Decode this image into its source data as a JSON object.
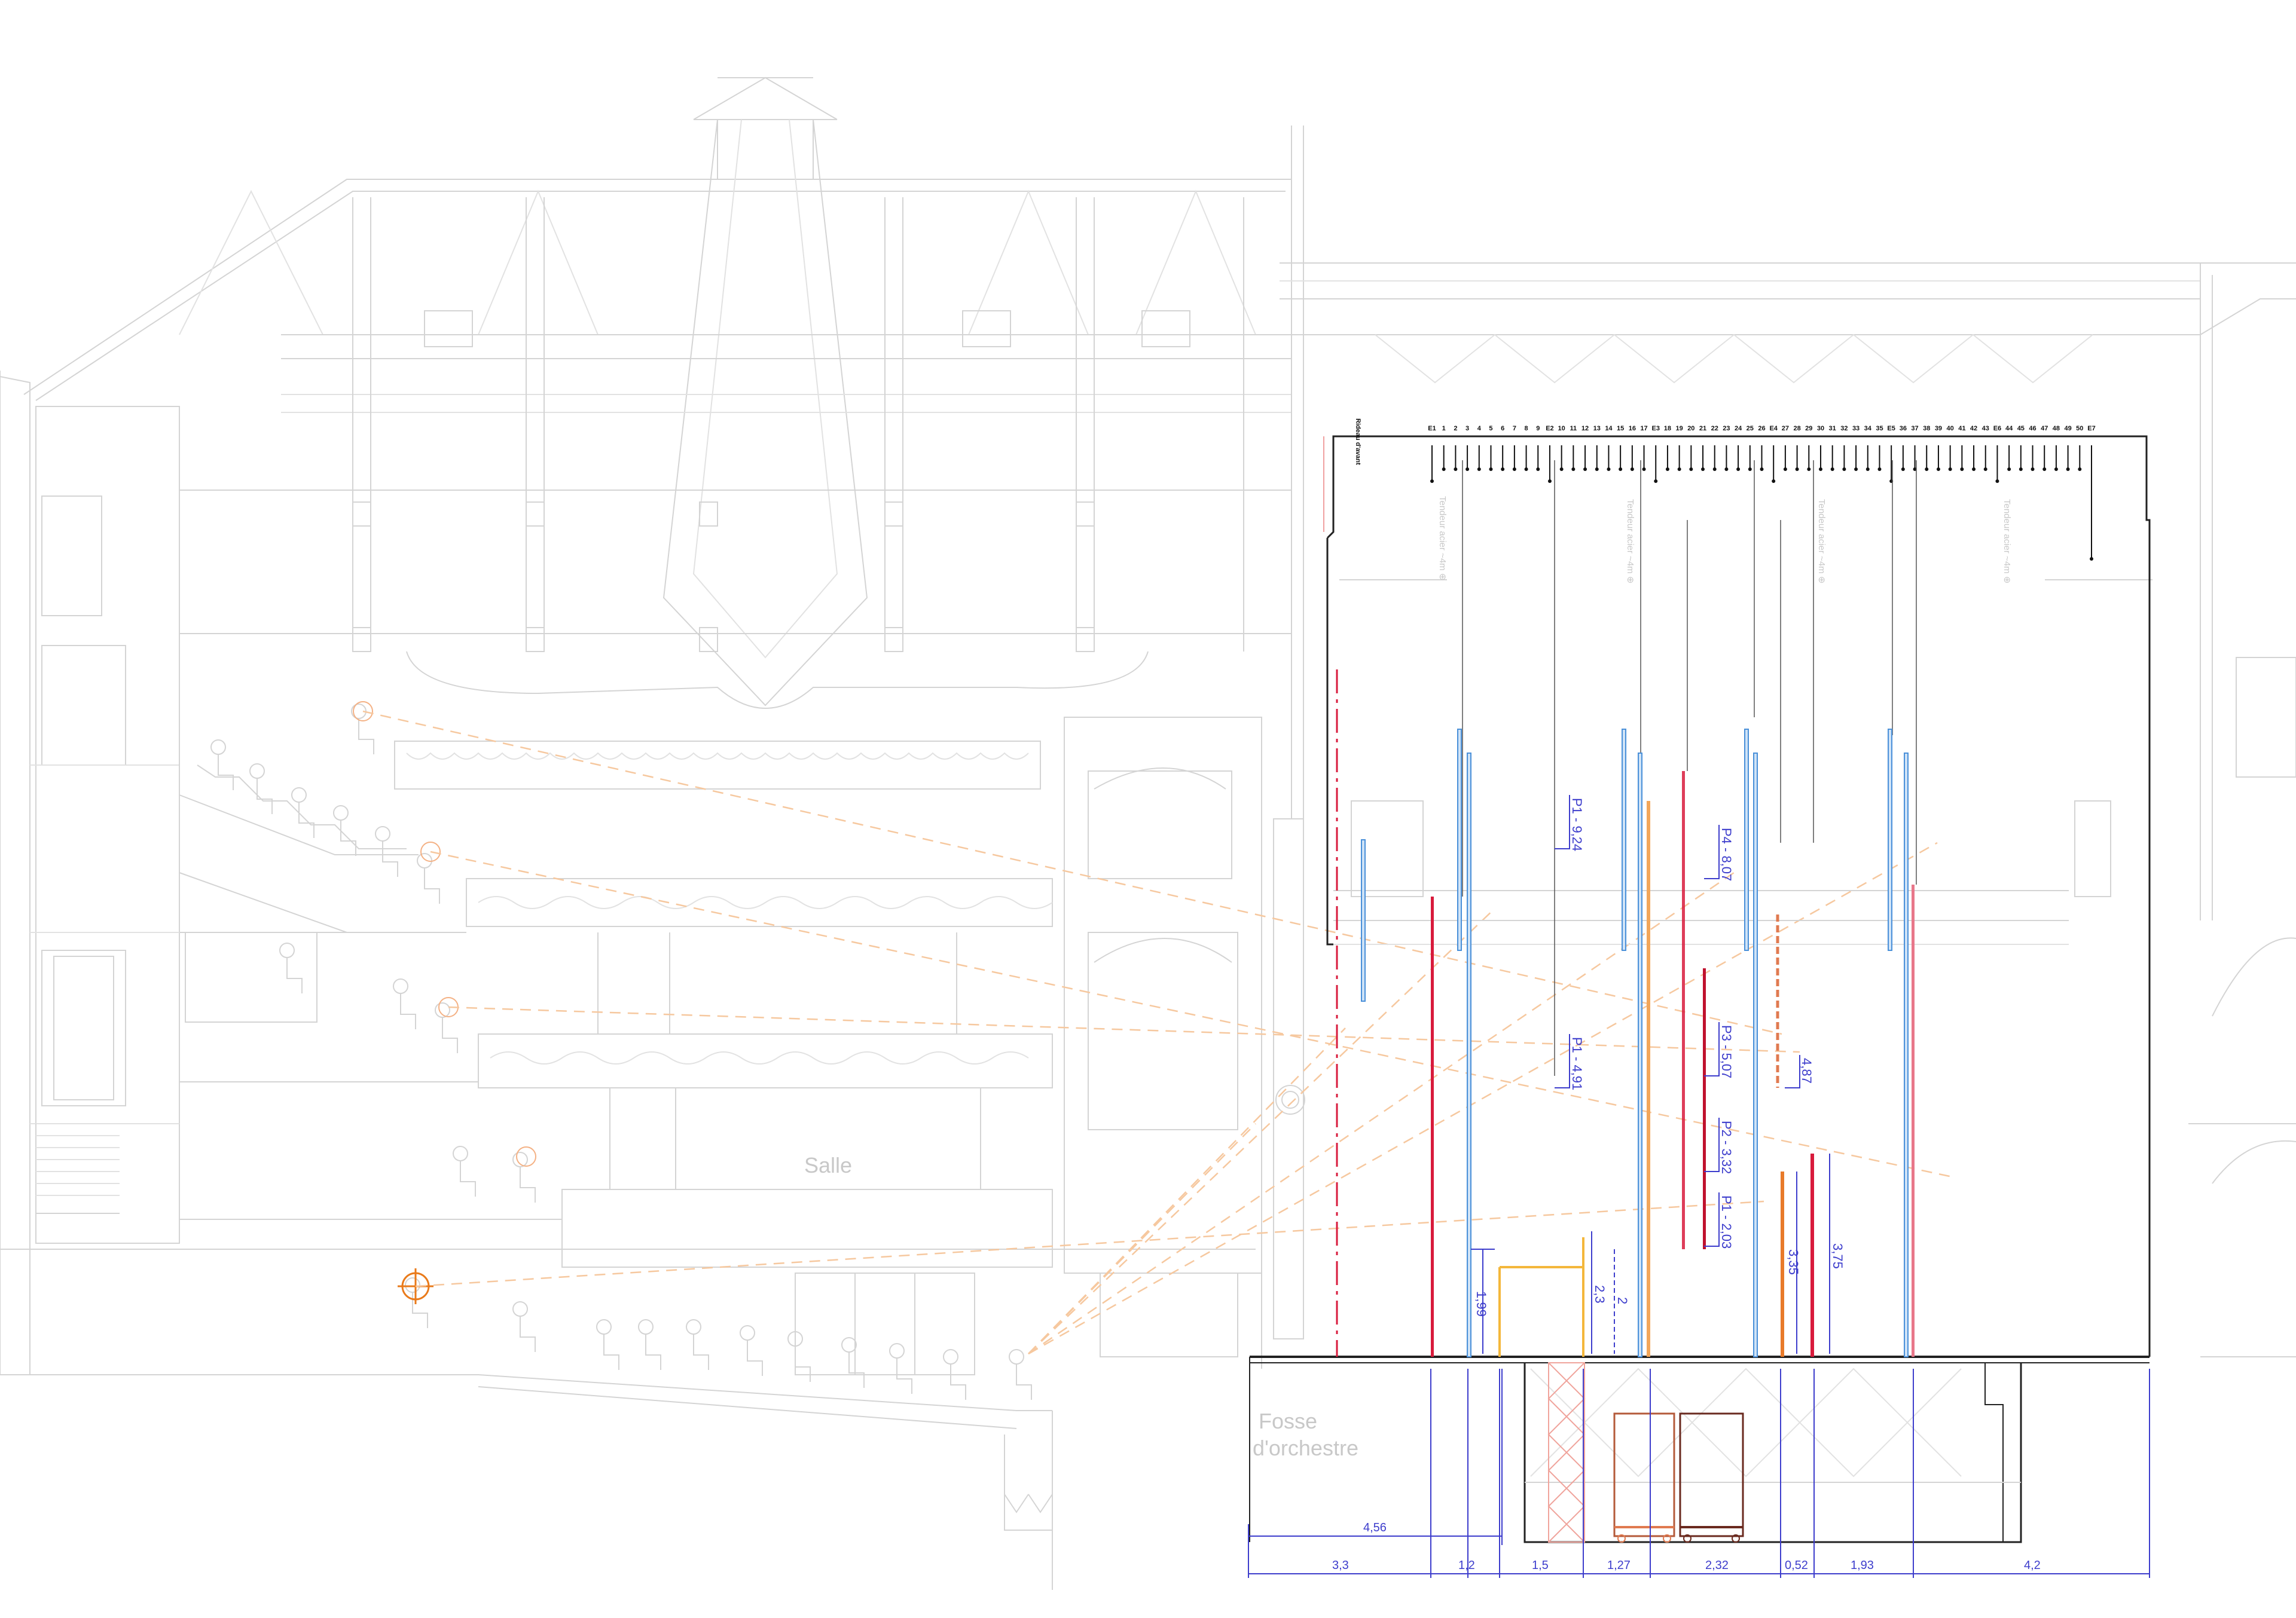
{
  "labels": {
    "salle": "Salle",
    "fosse_line1": "Fosse",
    "fosse_line2": "d'orchestre",
    "rideau": "Rideau d'avant",
    "tendeur_1": "Tendeur acier ~4m ⊕",
    "tendeur_2": "Tendeur acier ~4m ⊕",
    "tendeur_3": "Tendeur acier ~4m ⊕",
    "tendeur_4": "Tendeur acier ~4m ⊕"
  },
  "fly_bars": [
    "E1",
    "1",
    "2",
    "3",
    "4",
    "5",
    "6",
    "7",
    "8",
    "9",
    "E2",
    "10",
    "11",
    "12",
    "13",
    "14",
    "15",
    "16",
    "17",
    "E3",
    "18",
    "19",
    "20",
    "21",
    "22",
    "23",
    "24",
    "25",
    "26",
    "E4",
    "27",
    "28",
    "29",
    "30",
    "31",
    "32",
    "33",
    "34",
    "35",
    "E5",
    "36",
    "37",
    "38",
    "39",
    "40",
    "41",
    "42",
    "43",
    "E6",
    "44",
    "45",
    "46",
    "47",
    "48",
    "49",
    "50",
    "E7"
  ],
  "bar_labels": {
    "p1_924": "P1 - 9,24",
    "p1_491": "P1 - 4,91",
    "p4_807": "P4 - 8,07",
    "p3_507": "P3 - 5,07",
    "p2_332": "P2 - 3,32",
    "p1_203": "P1 - 2,03",
    "v487": "4,87",
    "v335": "3,35",
    "v375": "3,75",
    "v199": "1,99",
    "v23": "2,3",
    "v2": "2"
  },
  "dimensions": {
    "total_456": "4,56",
    "segments": [
      "3,3",
      "1,2",
      "1,5",
      "1,27",
      "2,32",
      "0,52",
      "1,93",
      "4,2"
    ]
  },
  "colors": {
    "dimension": "#3d3dcc",
    "red_pole": "#d81b3c",
    "blue_pole": "#4a90d9",
    "orange_pole": "#f2a65a",
    "yellow_frame": "#f4b73b",
    "sightline": "#f6c89f",
    "drawing_grey": "#d4d4d4"
  },
  "icons": {
    "target": "crosshair-target-icon"
  }
}
